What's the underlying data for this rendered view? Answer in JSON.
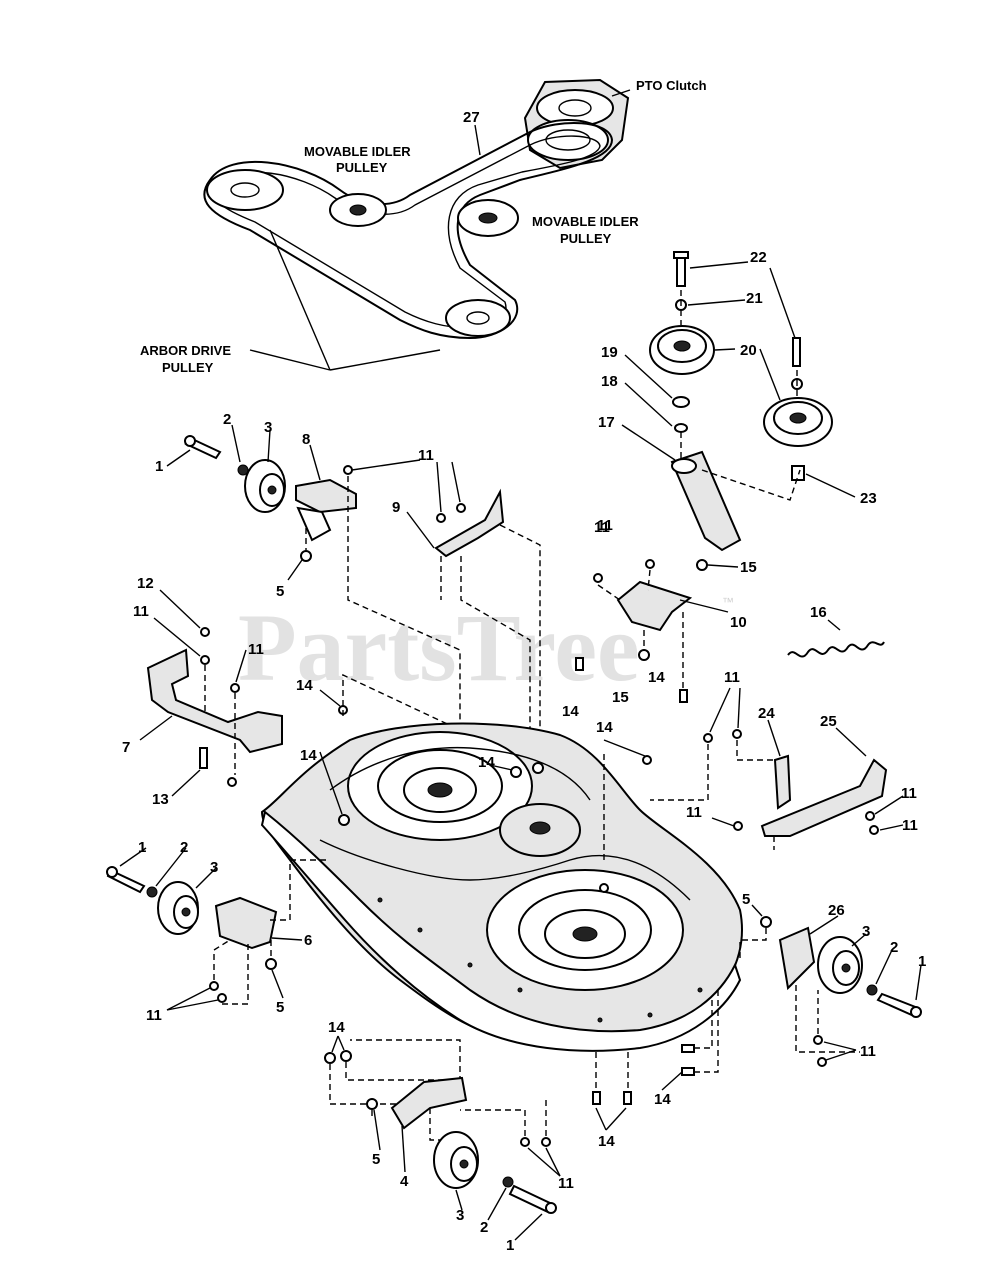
{
  "watermark": {
    "text": "PartsTree",
    "trademark": "™"
  },
  "captions": {
    "pto_clutch": "PTO Clutch",
    "idler_top_1": "MOVABLE IDLER",
    "idler_top_2": "PULLEY",
    "idler_right_1": "MOVABLE IDLER",
    "idler_right_2": "PULLEY",
    "arbor_1": "ARBOR DRIVE",
    "arbor_2": "PULLEY"
  },
  "callouts": [
    "27",
    "22",
    "21",
    "20",
    "19",
    "18",
    "23",
    "17",
    "15",
    "11",
    "10",
    "16",
    "9",
    "8",
    "3",
    "2",
    "1",
    "5",
    "12",
    "11",
    "11",
    "7",
    "13",
    "14",
    "14",
    "14",
    "14",
    "15",
    "14",
    "11",
    "11",
    "24",
    "25",
    "14",
    "11",
    "1",
    "2",
    "3",
    "6",
    "5",
    "11",
    "26",
    "5",
    "3",
    "2",
    "1",
    "11",
    "14",
    "14",
    "5",
    "4",
    "3",
    "2",
    "1",
    "11",
    "14",
    "11",
    "11",
    "11"
  ]
}
